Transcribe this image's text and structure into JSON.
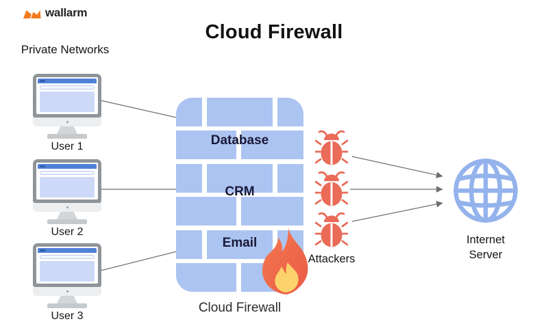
{
  "logo": {
    "brand": "wallarm",
    "mark_color": "#f47b20"
  },
  "title": "Cloud Firewall",
  "left": {
    "group_label": "Private Networks",
    "users": [
      {
        "label": "User 1"
      },
      {
        "label": "User 2"
      },
      {
        "label": "User 3"
      }
    ]
  },
  "wall": {
    "labels": [
      "Database",
      "CRM",
      "Email"
    ],
    "caption": "Cloud Firewall",
    "brick_color": "#acc4f1",
    "label_color": "#191938"
  },
  "attackers": {
    "label": "Attackers",
    "count": 3,
    "bug_color": "#e96b58"
  },
  "internet": {
    "label": "Internet Server",
    "globe_color": "#94b3ec"
  },
  "flame": {
    "outer_color": "#ef6a4a",
    "inner_color": "#fbd26c"
  },
  "connectors": {
    "color": "#6e6e6e"
  }
}
